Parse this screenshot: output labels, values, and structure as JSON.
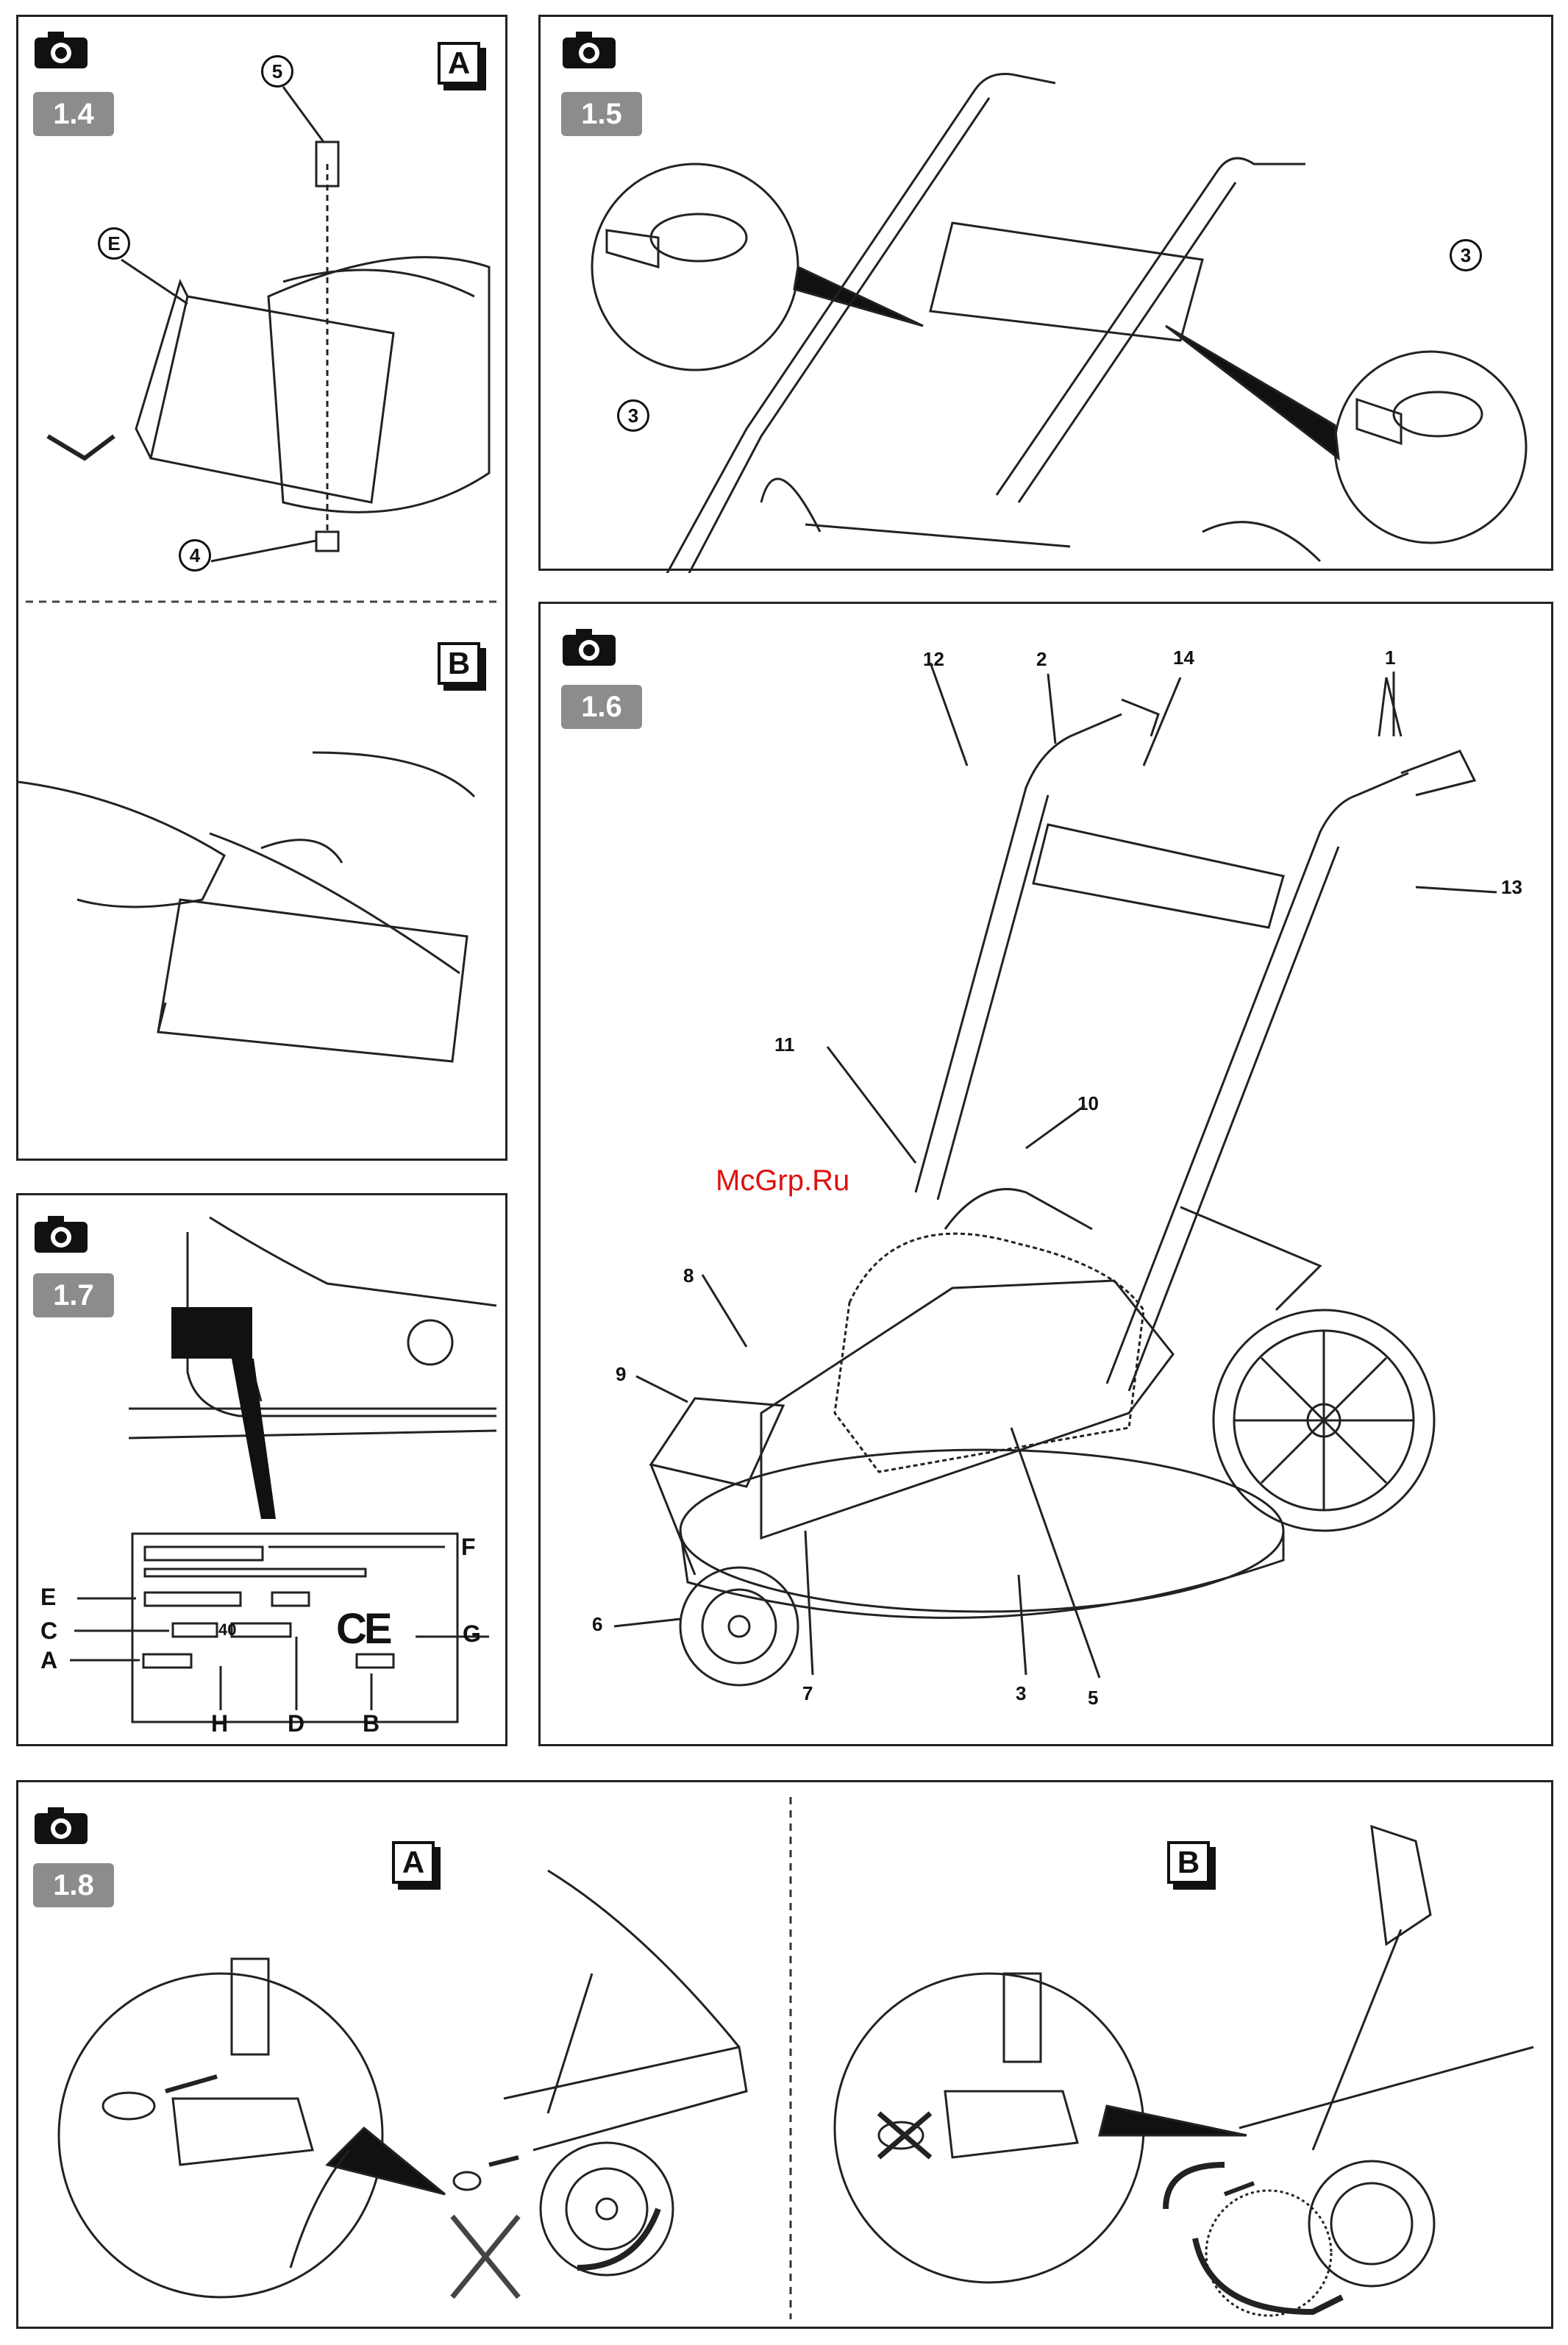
{
  "figures": {
    "f14": {
      "number": "1.4",
      "sub_a": "A",
      "sub_b": "B",
      "callouts": {
        "e": "E",
        "five": "5",
        "four": "4"
      }
    },
    "f15": {
      "number": "1.5",
      "callouts": {
        "left": "3",
        "right": "3"
      }
    },
    "f16": {
      "number": "1.6",
      "callouts": {
        "c12": "12",
        "c2": "2",
        "c14": "14",
        "c1": "1",
        "c13": "13",
        "c11": "11",
        "c10": "10",
        "c8": "8",
        "c9": "9",
        "c6": "6",
        "c7": "7",
        "c3": "3",
        "c5": "5"
      }
    },
    "f17": {
      "number": "1.7",
      "plate": {
        "F": "F",
        "E": "E",
        "G": "G",
        "C": "C",
        "A": "A",
        "H": "H",
        "D": "D",
        "B": "B",
        "code": "40",
        "ce": "CE"
      }
    },
    "f18": {
      "number": "1.8",
      "sub_a": "A",
      "sub_b": "B"
    }
  },
  "watermark": "McGrp.Ru",
  "icons": [
    "camera-icon"
  ]
}
